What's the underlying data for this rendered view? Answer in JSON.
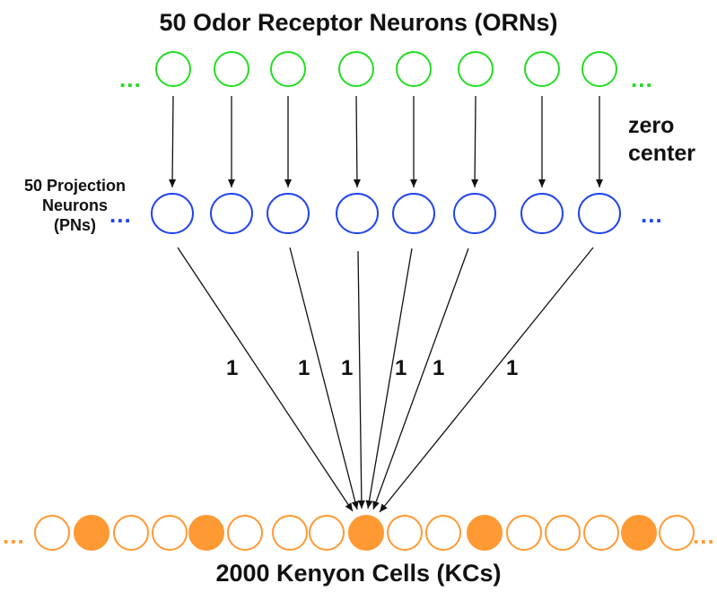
{
  "orn": {
    "title": "50 Odor Receptor Neurons (ORNs)",
    "color": "#22dd22",
    "ellipsis": "..."
  },
  "pn": {
    "label_lines": [
      "50 Projection",
      "Neurons",
      "(PNs)"
    ],
    "color": "#2244ee",
    "ellipsis": "..."
  },
  "annotation": {
    "lines": [
      "zero",
      "center"
    ]
  },
  "weights": [
    "1",
    "1",
    "1",
    "1",
    "1",
    "1"
  ],
  "kc": {
    "title": "2000 Kenyon Cells (KCs)",
    "color": "#ff9933",
    "filled": [
      false,
      true,
      false,
      false,
      true,
      false,
      false,
      false,
      true,
      false,
      false,
      true,
      false,
      false,
      false,
      true,
      false
    ],
    "ellipsis": "..."
  },
  "arrow_color": "#111111"
}
